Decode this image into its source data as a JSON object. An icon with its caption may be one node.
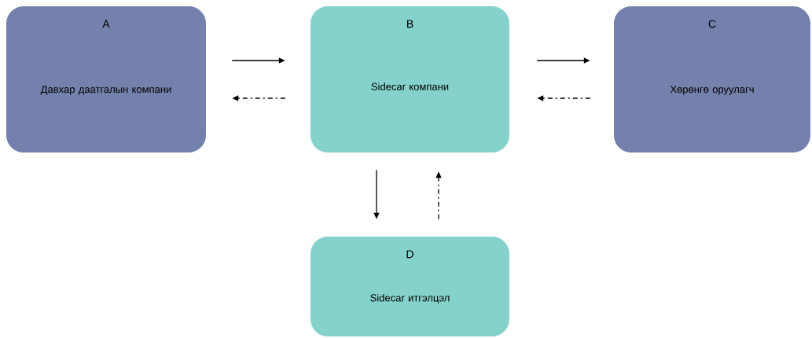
{
  "diagram": {
    "nodes": [
      {
        "text": [
          "A",
          "Давхар даатгалын компани"
        ]
      },
      {
        "text": [
          "B",
          "Sidecar компани"
        ]
      },
      {
        "text": [
          "C",
          "Хөрөнгө оруулагч"
        ]
      },
      {
        "text": [
          "D",
          "Sidecar итгэлцэл"
        ]
      }
    ],
    "edges": [
      {
        "from": 0,
        "to": 1,
        "arrow": "to"
      },
      {
        "from": 1,
        "to": 0,
        "arrow": "to",
        "style": "dashed"
      },
      {
        "from": 1,
        "to": 2,
        "arrow": "to"
      },
      {
        "from": 2,
        "to": 1,
        "arrow": "to",
        "style": "dashed"
      },
      {
        "from": 1,
        "to": 3,
        "arrow": "to"
      },
      {
        "from": 3,
        "to": 1,
        "arrow": "to",
        "style": "dashed"
      }
    ]
  }
}
